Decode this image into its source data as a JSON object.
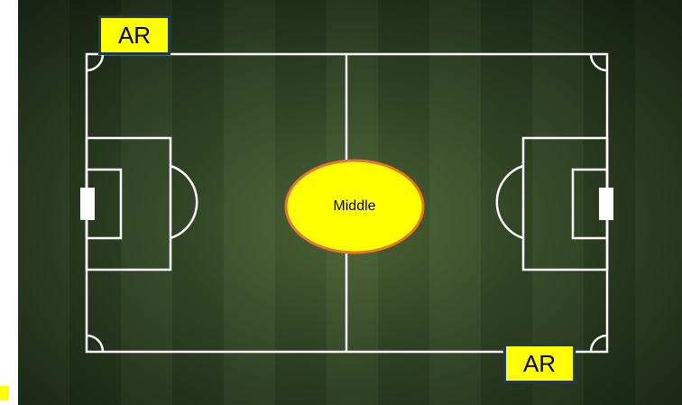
{
  "labels": {
    "ar_top": "AR",
    "ar_bottom": "AR",
    "middle": "Middle"
  },
  "colors": {
    "pitch_stripe_light": "#35492a",
    "pitch_stripe_dark": "#2a3d21",
    "line": "#ffffff",
    "label_fill": "#ffff00",
    "label_border": "#1f3a4a",
    "ellipse_fill": "#ffff00",
    "ellipse_border": "#e8772e"
  }
}
